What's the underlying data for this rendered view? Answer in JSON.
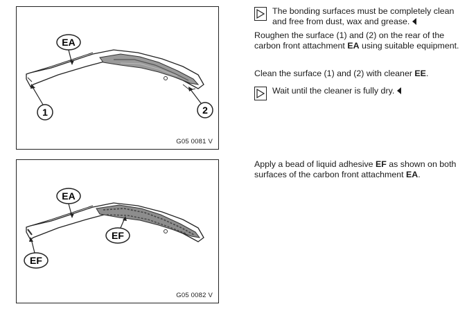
{
  "figure1": {
    "code": "G05 0081 V",
    "callouts": {
      "part": "EA",
      "n1": "1",
      "n2": "2"
    }
  },
  "figure2": {
    "code": "G05 0082 V",
    "callouts": {
      "part": "EA",
      "adhesive_left": "EF",
      "adhesive_right": "EF"
    }
  },
  "note1": {
    "text": "The bonding surfaces must be completely clean and free from dust, wax and grease."
  },
  "step1": {
    "pre": "Roughen the surface (1) and (2) on the rear of the carbon front attachment ",
    "bold": "EA",
    "post": " using suitable equip­ment."
  },
  "step2": {
    "pre": "Clean the surface (1) and (2) with cleaner ",
    "bold": "EE",
    "post": "."
  },
  "note2": {
    "text": "Wait until the cleaner is fully dry."
  },
  "step3": {
    "pre": "Apply a bead of liquid adhesive ",
    "bold1": "EF",
    "mid": " as shown on both surfaces of the carbon front attachment ",
    "bold2": "EA",
    "post": "."
  }
}
